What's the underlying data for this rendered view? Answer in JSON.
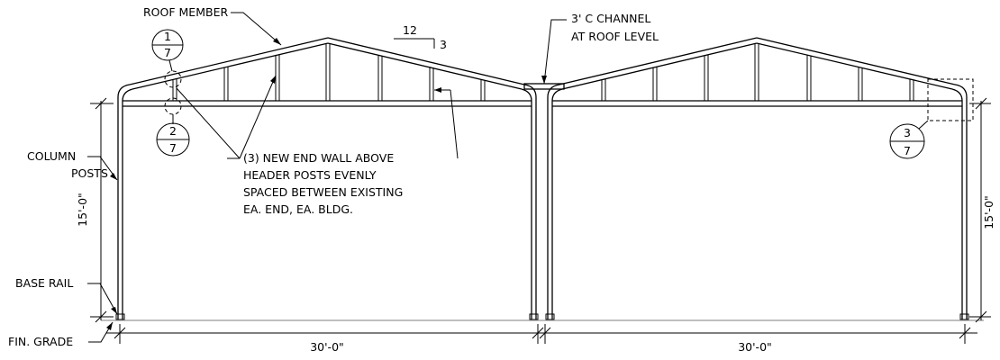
{
  "labels": {
    "roof_member": "ROOF MEMBER",
    "channel_line1": "3' C CHANNEL",
    "channel_line2": "AT ROOF LEVEL",
    "column_line1": "COLUMN",
    "column_line2": "POSTS",
    "base_rail": "BASE RAIL",
    "fin_grade": "FIN. GRADE",
    "note_line1": "(3) NEW END WALL ABOVE",
    "note_line2": "HEADER POSTS EVENLY",
    "note_line3": "SPACED BETWEEN EXISTING",
    "note_line4": "EA. END, EA. BLDG."
  },
  "slope": {
    "rise": "3",
    "run": "12"
  },
  "dimensions": {
    "height_left": "15'-0\"",
    "height_right": "15'-0\"",
    "width_left": "30'-0\"",
    "width_right": "30'-0\""
  },
  "detail_callouts": [
    {
      "number": "1",
      "sheet": "7"
    },
    {
      "number": "2",
      "sheet": "7"
    },
    {
      "number": "3",
      "sheet": "7"
    }
  ]
}
